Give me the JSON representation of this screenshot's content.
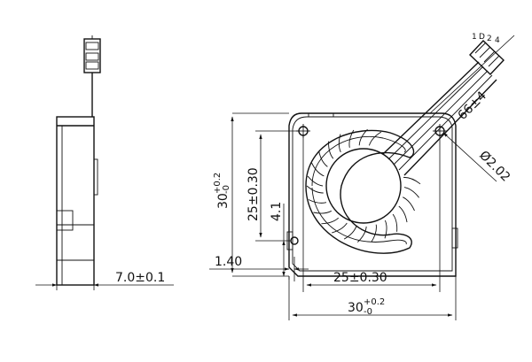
{
  "pin_numbers": [
    "1",
    "D",
    "2",
    "4"
  ],
  "dimensions": {
    "side_thickness": "7.0±0.1",
    "overall_height_base": "30",
    "overall_height_tol_plus": "+0.2",
    "overall_height_tol_minus": "-0",
    "mount_height": "25±0.30",
    "offset_vertical": "4.1",
    "offset_horizontal": "1.40",
    "mount_width": "25±0.30",
    "overall_width_base": "30",
    "overall_width_tol_plus": "+0.2",
    "overall_width_tol_minus": "-0",
    "cable_length": "66±4",
    "hole_diameter": "Ø2.02"
  }
}
